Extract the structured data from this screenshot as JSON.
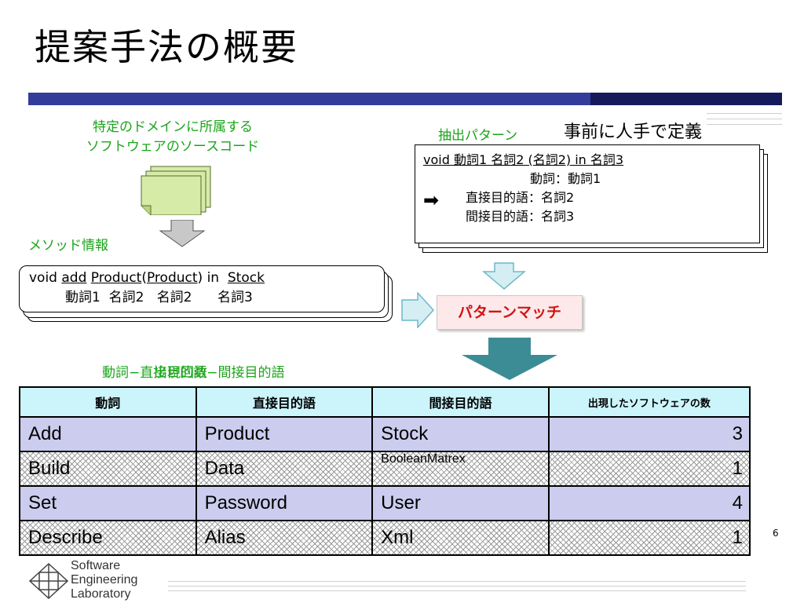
{
  "slide": {
    "title": "提案手法の概要",
    "page_number": "6"
  },
  "source": {
    "label_line1": "特定のドメインに所属する",
    "label_line2": "ソフトウェアのソースコード"
  },
  "method": {
    "label": "メソッド情報",
    "line1": {
      "void": "void",
      "verb": "add",
      "obj1": "Product",
      "open": "(",
      "obj2": "Product",
      "close": ")",
      "in": "in",
      "obj3": "Stock"
    },
    "line2": {
      "w1": "動詞1",
      "w2": "名詞2",
      "w3": "名詞2",
      "w4": "名詞3"
    }
  },
  "pattern": {
    "label": "抽出パターン",
    "manual": "事前に人手で定義",
    "line1": "void 動詞1 名詞2 (名詞2) in 名詞3",
    "line2": "動詞：動詞1",
    "line3": "直接目的語：名詞2",
    "line4": "間接目的語：名詞3"
  },
  "match": {
    "label": "パターンマッチ"
  },
  "table": {
    "label": "動詞−直接目的語−間接目的語",
    "overlap_label": "出現回数",
    "headers": [
      "動詞",
      "直接目的語",
      "間接目的語",
      "出現したソフトウェアの数"
    ],
    "rows": [
      [
        "Add",
        "Product",
        "Stock",
        "3"
      ],
      [
        "Build",
        "Data",
        "BooleanMatrex",
        "1"
      ],
      [
        "Set",
        "Password",
        "User",
        "4"
      ],
      [
        "Describe",
        "Alias",
        "Xml",
        "1"
      ]
    ]
  },
  "logo": {
    "line1": "Software",
    "line2": "Engineering",
    "line3": "Laboratory"
  },
  "colors": {
    "title_bar": "#343c9a",
    "title_bar_dark": "#151a5c",
    "label_green": "#1aa51a",
    "match_red": "#d11414",
    "header_cyan": "#ccf5fb",
    "row_lavender": "#ccccee"
  }
}
